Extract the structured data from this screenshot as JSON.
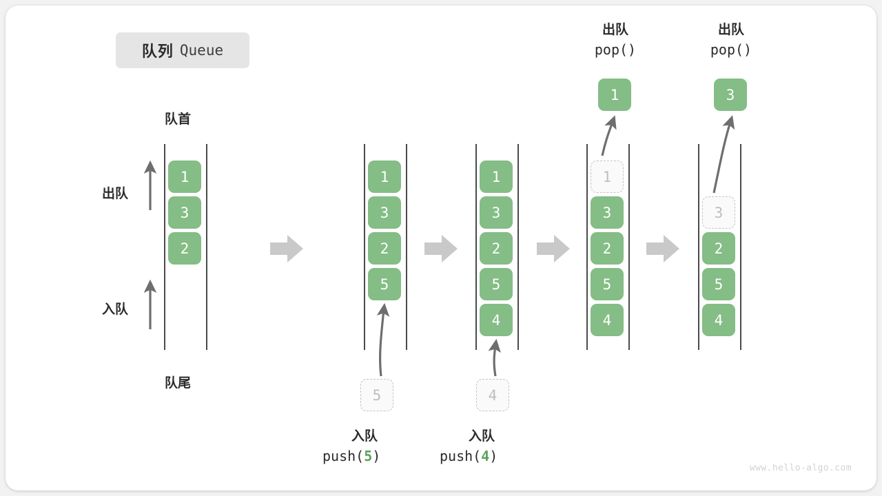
{
  "title": {
    "cn": "队列",
    "en": "Queue"
  },
  "labels": {
    "head": "队首",
    "tail": "队尾",
    "dequeue": "出队",
    "enqueue": "入队"
  },
  "colors": {
    "element": "#84bd85",
    "ghost_fill": "#fafafa",
    "ghost_border": "#c4c4c4",
    "rail": "#4a4a4a",
    "arrow": "#6e6e6e",
    "step_arrow": "#c9c9c9",
    "badge_bg": "#e5e5e5",
    "accent_number": "#5ba25b"
  },
  "columns": [
    {
      "name": "initial-queue",
      "elements": [
        "1",
        "3",
        "2"
      ],
      "ghost": null
    },
    {
      "name": "after-push-5",
      "elements": [
        "1",
        "3",
        "2",
        "5"
      ],
      "ghost": null
    },
    {
      "name": "after-push-4",
      "elements": [
        "1",
        "3",
        "2",
        "5",
        "4"
      ],
      "ghost": null
    },
    {
      "name": "after-pop-1",
      "elements": [
        "3",
        "2",
        "5",
        "4"
      ],
      "ghost": {
        "value": "1",
        "slot": 0
      }
    },
    {
      "name": "after-pop-3",
      "elements": [
        "2",
        "5",
        "4"
      ],
      "ghost": {
        "value": "3",
        "slot": 1
      }
    }
  ],
  "operations": {
    "push_5": {
      "cn": "入队",
      "fn_prefix": "push(",
      "value": "5",
      "fn_suffix": ")",
      "incoming_value": "5"
    },
    "push_4": {
      "cn": "入队",
      "fn_prefix": "push(",
      "value": "4",
      "fn_suffix": ")",
      "incoming_value": "4"
    },
    "pop_1": {
      "cn": "出队",
      "fn": "pop()",
      "popped_value": "1"
    },
    "pop_3": {
      "cn": "出队",
      "fn": "pop()",
      "popped_value": "3"
    }
  },
  "watermark": "www.hello-algo.com"
}
